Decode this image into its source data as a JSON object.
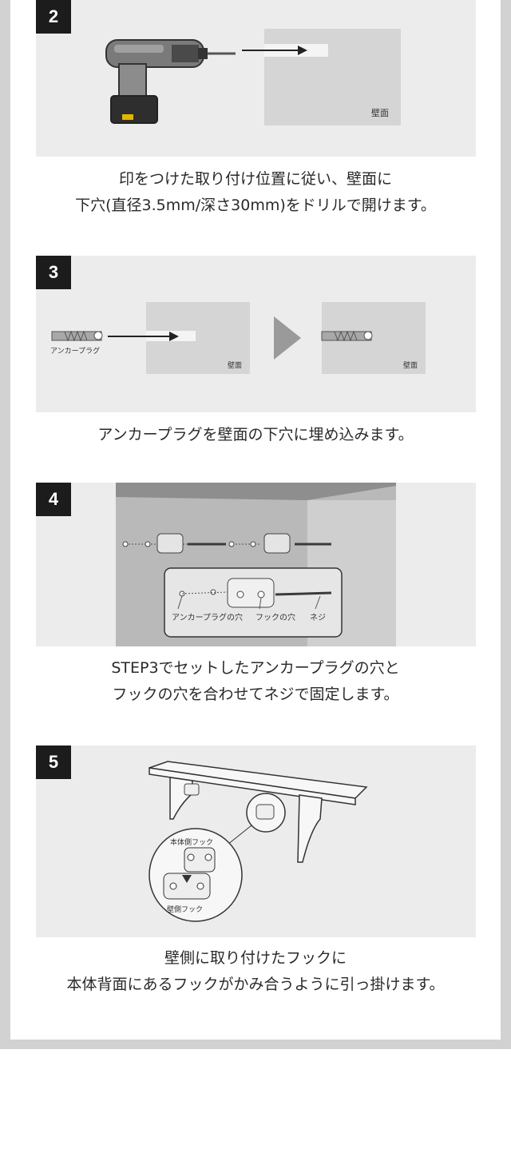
{
  "steps": [
    {
      "number": "2",
      "wall_label": "壁面",
      "caption": [
        "印をつけた取り付け位置に従い、壁面に",
        "下穴(直径3.5mm/深さ30mm)をドリルで開けます。"
      ]
    },
    {
      "number": "3",
      "plug_label": "アンカープラグ",
      "wall_label_left": "壁面",
      "wall_label_right": "壁面",
      "caption": [
        "アンカープラグを壁面の下穴に埋め込みます。"
      ]
    },
    {
      "number": "4",
      "detail_labels": [
        "アンカープラグの穴",
        "フックの穴",
        "ネジ"
      ],
      "caption": [
        "STEP3でセットしたアンカープラグの穴と",
        "フックの穴を合わせてネジで固定します。"
      ]
    },
    {
      "number": "5",
      "hook_body_label": "本体側フック",
      "hook_wall_label": "壁側フック",
      "caption": [
        "壁側に取り付けたフックに",
        "本体背面にあるフックがかみ合うように引っ掛けます。"
      ]
    }
  ],
  "colors": {
    "frame": "#d2d2d2",
    "panel": "#ececec",
    "wall": "#d5d5d5",
    "badge": "#1c1c1c"
  }
}
